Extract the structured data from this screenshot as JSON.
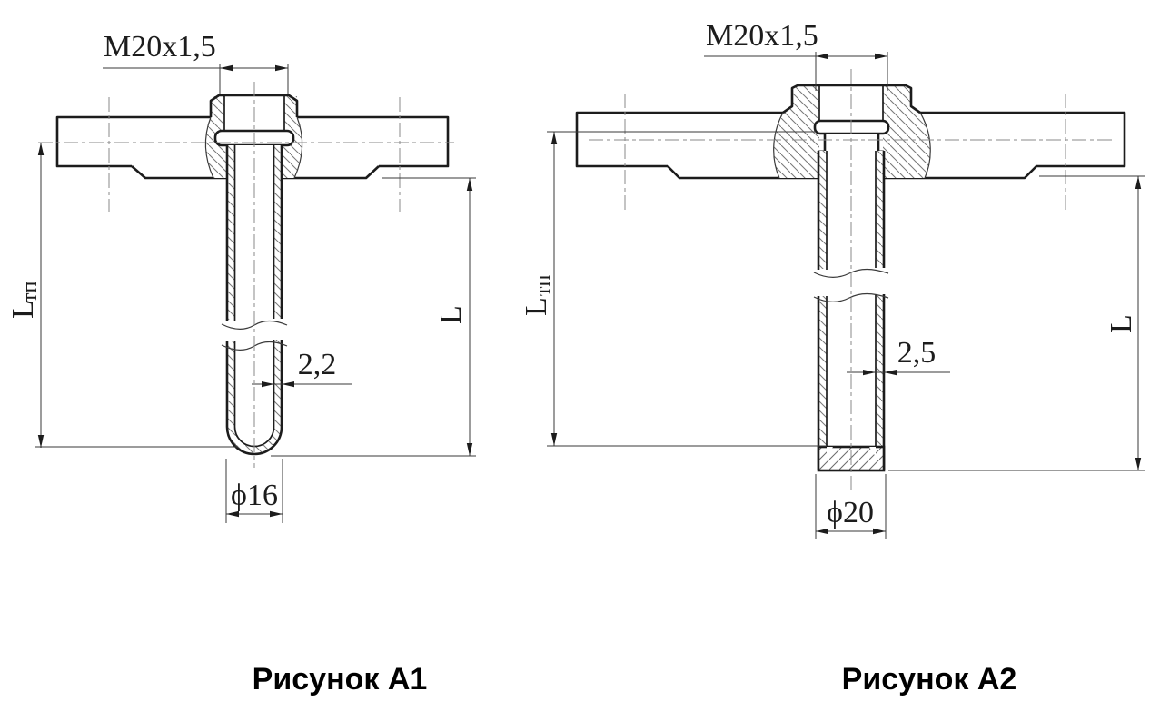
{
  "figure_a1": {
    "caption": "Рисунок А1",
    "thread_label": "M20x1,5",
    "immersion_length": {
      "main": "L",
      "sub": "тп"
    },
    "overall_length_label": "L",
    "wall_thickness_label": "2,2",
    "tip_diameter_label": "ϕ16"
  },
  "figure_a2": {
    "caption": "Рисунок А2",
    "thread_label": "M20x1,5",
    "immersion_length": {
      "main": "L",
      "sub": "тп"
    },
    "overall_length_label": "L",
    "wall_thickness_label": "2,5",
    "tip_diameter_label": "ϕ20"
  }
}
